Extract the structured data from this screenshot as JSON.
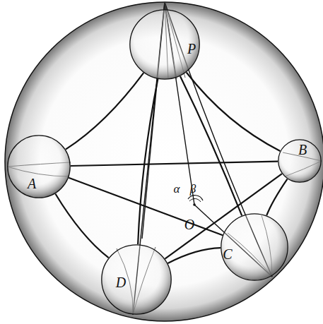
{
  "diagram": {
    "nodes": [
      {
        "text": [
          "P"
        ]
      },
      {
        "text": [
          "A"
        ]
      },
      {
        "text": [
          "B"
        ]
      },
      {
        "text": [
          "C"
        ]
      },
      {
        "text": [
          "D"
        ]
      }
    ],
    "edges": [
      {
        "from": 0,
        "to": 1,
        "arrow": "none"
      },
      {
        "from": 0,
        "to": 2,
        "arrow": "none"
      },
      {
        "from": 0,
        "to": 3,
        "arrow": "none"
      },
      {
        "from": 0,
        "to": 4,
        "arrow": "none"
      },
      {
        "from": 1,
        "to": 2,
        "arrow": "none"
      },
      {
        "from": 1,
        "to": 3,
        "arrow": "none"
      },
      {
        "from": 2,
        "to": 4,
        "arrow": "none"
      },
      {
        "from": 1,
        "to": 4,
        "arrow": "none"
      },
      {
        "from": 2,
        "to": 3,
        "arrow": "none"
      },
      {
        "from": 4,
        "to": 3,
        "arrow": "none"
      }
    ],
    "labels": [
      "O",
      "α",
      "β"
    ]
  }
}
